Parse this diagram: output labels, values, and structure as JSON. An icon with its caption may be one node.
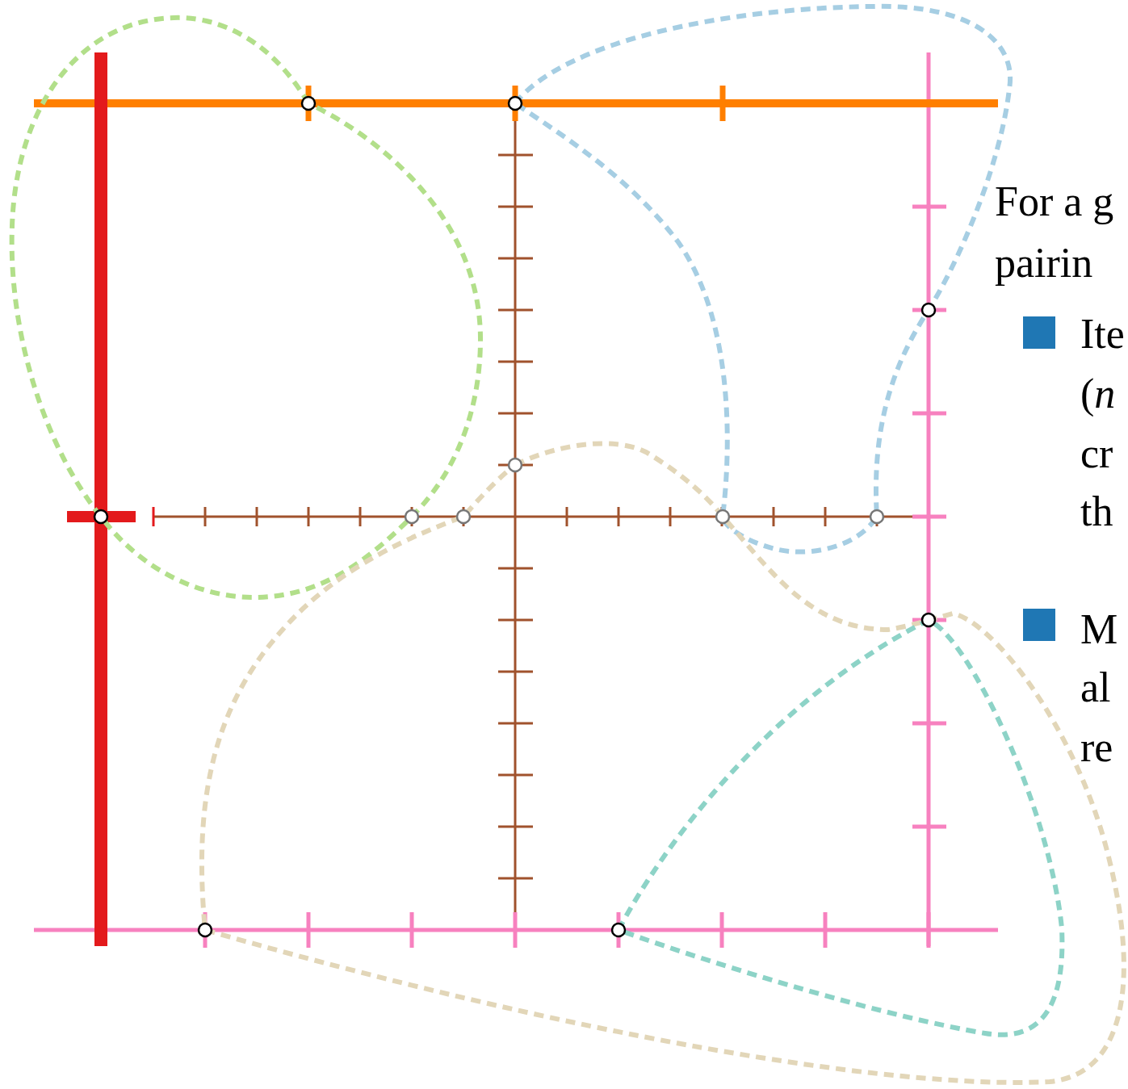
{
  "diagram": {
    "labels": [
      "For a g",
      "pairin",
      "Ite",
      "(*n*",
      "cr",
      "th",
      "M",
      "al",
      "re"
    ]
  }
}
